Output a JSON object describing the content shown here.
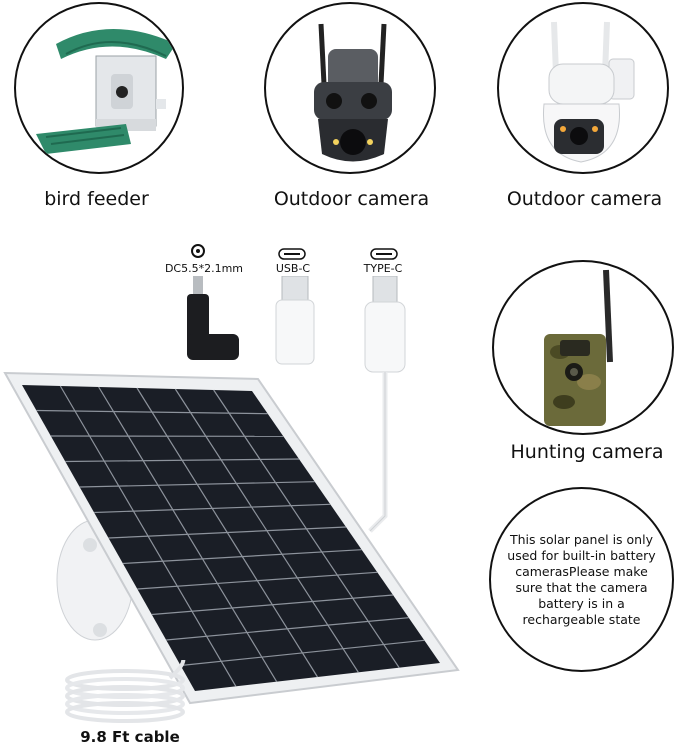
{
  "products": {
    "bird_feeder": {
      "caption": "bird feeder"
    },
    "dome_camera": {
      "caption": "Outdoor camera"
    },
    "ptz_camera": {
      "caption": "Outdoor camera"
    },
    "hunting_camera": {
      "caption": "Hunting camera"
    }
  },
  "connectors": {
    "dc": {
      "label": "DC5.5*2.1mm"
    },
    "usb_c": {
      "label": "USB-C"
    },
    "type_c": {
      "label": "TYPE-C"
    }
  },
  "cable": {
    "label": "9.8 Ft cable"
  },
  "note": {
    "text": "This solar panel is only used for built-in battery camerasPlease make sure that the camera battery is in a rechargeable state"
  },
  "colors": {
    "panel_cell": "#1a1e26",
    "panel_frame": "#eef0f2",
    "feeder_green": "#2f8a6a",
    "camo": "#6b6a3a"
  }
}
